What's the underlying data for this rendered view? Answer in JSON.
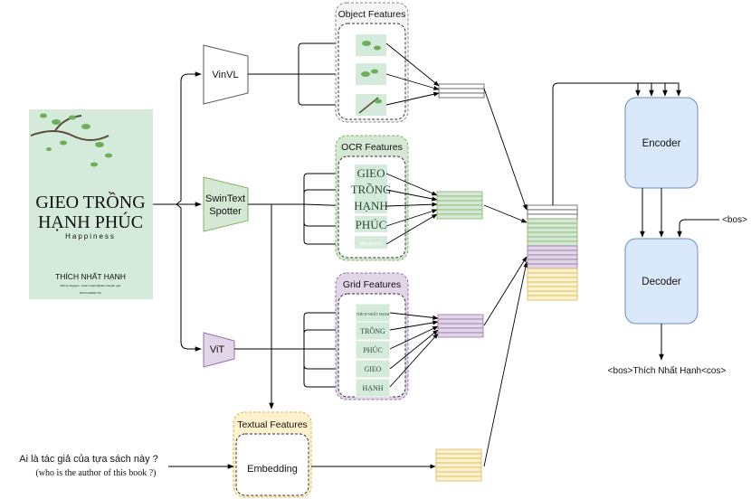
{
  "book_cover": {
    "title_line1": "GIEO TRỒNG",
    "title_line2": "HẠNH PHÚC",
    "subtitle": "Happiness",
    "author": "THÍCH NHẤT HẠNH",
    "tagline": "Dịch từ Nguyên - Chân Tuyết Nghiêm chuyển ngữ",
    "publisher": "Nhà Xuất Bản Trẻ"
  },
  "extractors": {
    "vinvl": "VinVL",
    "swintext_line1": "SwinText",
    "swintext_line2": "Spotter",
    "vit": "ViT"
  },
  "groups": {
    "object": "Object Features",
    "ocr": "OCR Features",
    "grid": "Grid Features",
    "textual": "Textual Features"
  },
  "ocr_crops": [
    "GIEO",
    "TRỒNG",
    "HẠNH",
    "PHÚC",
    "Happiness"
  ],
  "grid_crops": [
    "THÍCH NHẤT HẠNH",
    "TRỒNG",
    "PHÚC",
    "GIEO",
    "HẠNH"
  ],
  "embedding": "Embedding",
  "encoder": "Encoder",
  "decoder": "Decoder",
  "bos_input": "<bos>",
  "question": "Ai là tác giả của tựa sách này ?",
  "question_en": "(who is the author of this book ?)",
  "output": "<bos>Thích Nhất Hạnh<cos>",
  "colors": {
    "object_bg": "#f5f5f5",
    "ocr_bg": "#d5e8d4",
    "grid_bg": "#e1d5e7",
    "text_bg": "#fff2cc",
    "encdec_bg": "#dae8fc",
    "encdec_border": "#6c8ebf",
    "vinvl": "#ffffff",
    "swintext": "#d5e8d4",
    "vit": "#e1d5e7",
    "cover_bg": "#d4eadb"
  }
}
